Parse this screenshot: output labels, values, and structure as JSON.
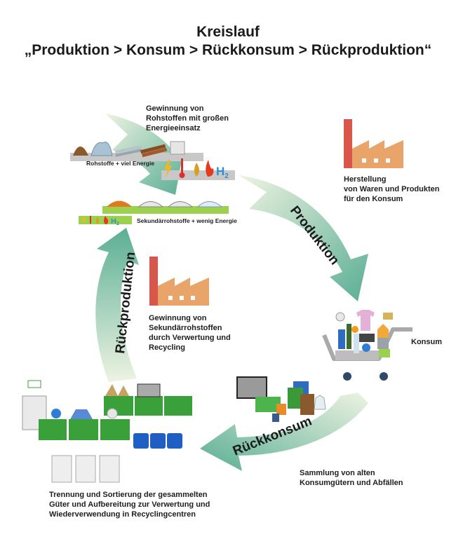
{
  "title": {
    "line1": "Kreislauf",
    "line2": "„Produktion > Konsum > Rückkonsum > Rückproduktion“"
  },
  "stages": {
    "produktion": {
      "arrow_label": "Produktion"
    },
    "rueckkonsum": {
      "arrow_label": "Rückkonsum"
    },
    "rueckproduktion": {
      "arrow_label": "Rückproduktion"
    }
  },
  "captions": {
    "gewinnung_rohstoffe": [
      "Gewinnung von",
      "Rohstoffen mit großen",
      "Energieeinsatz"
    ],
    "rohstoffe_bar": "Rohstoffe + viel Energie",
    "sekundaer_bar": "Sekundärrohstoffe + wenig Energie",
    "herstellung": [
      "Herstellung",
      "von Waren und Produkten",
      "für den Konsum"
    ],
    "konsum": "Konsum",
    "sammlung": [
      "Sammlung von alten",
      "Konsumgütern und Abfällen"
    ],
    "gewinnung_sekundaer": [
      "Gewinnung von",
      "Sekundärrohstoffen",
      "durch Verwertung und",
      "Recycling"
    ],
    "trennung": [
      "Trennung und Sortierung der gesammelten",
      "Güter und Aufbereitung zur Verwertung und",
      "Wiederverwendung in Recyclingcentren"
    ]
  },
  "energy_symbols": [
    "lightning",
    "thermometer",
    "oil-drop",
    "flame",
    "H2"
  ],
  "h2_label": "H",
  "h2_sub": "2",
  "colors": {
    "arrow_dark": "#5aae94",
    "arrow_light": "#eef3e2",
    "factory_chimney": "#d9574a",
    "factory_body": "#e9a46a",
    "container_green": "#3aa03a",
    "barrel_blue": "#1f5fc4",
    "bar_grey": "#c8c8c8",
    "bar_green": "#9bd14f"
  }
}
